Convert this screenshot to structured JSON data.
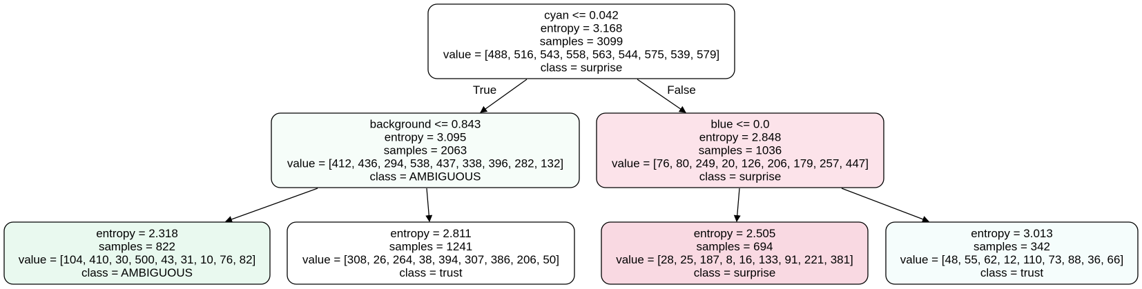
{
  "tree": {
    "nodes": [
      {
        "id": "root",
        "fill": "#ffffff",
        "lines": [
          "cyan <= 0.042",
          "entropy = 3.168",
          "samples = 3099",
          "value = [488, 516, 543, 558, 563, 544, 575, 539, 579]",
          "class = surprise"
        ]
      },
      {
        "id": "left",
        "fill": "#f6fdf9",
        "lines": [
          "background <= 0.843",
          "entropy = 3.095",
          "samples = 2063",
          "value = [412, 436, 294, 538, 437, 338, 396, 282, 132]",
          "class = AMBIGUOUS"
        ]
      },
      {
        "id": "right",
        "fill": "#fce3ea",
        "lines": [
          "blue <= 0.0",
          "entropy = 2.848",
          "samples = 1036",
          "value = [76, 80, 249, 20, 126, 206, 179, 257, 447]",
          "class = surprise"
        ]
      },
      {
        "id": "leaf1",
        "fill": "#e9f9ef",
        "lines": [
          "entropy = 2.318",
          "samples = 822",
          "value = [104, 410, 30, 500, 43, 31, 10, 76, 82]",
          "class = AMBIGUOUS"
        ]
      },
      {
        "id": "leaf2",
        "fill": "#ffffff",
        "lines": [
          "entropy = 2.811",
          "samples = 1241",
          "value = [308, 26, 264, 38, 394, 307, 386, 206, 50]",
          "class = trust"
        ]
      },
      {
        "id": "leaf3",
        "fill": "#f9d9e2",
        "lines": [
          "entropy = 2.505",
          "samples = 694",
          "value = [28, 25, 187, 8, 16, 133, 91, 221, 381]",
          "class = surprise"
        ]
      },
      {
        "id": "leaf4",
        "fill": "#f5fdfc",
        "lines": [
          "entropy = 3.013",
          "samples = 342",
          "value = [48, 55, 62, 12, 110, 73, 88, 36, 66]",
          "class = trust"
        ]
      }
    ],
    "edges": [
      {
        "from": "root",
        "to": "left",
        "label": "True"
      },
      {
        "from": "root",
        "to": "right",
        "label": "False"
      },
      {
        "from": "left",
        "to": "leaf1",
        "label": ""
      },
      {
        "from": "left",
        "to": "leaf2",
        "label": ""
      },
      {
        "from": "right",
        "to": "leaf3",
        "label": ""
      },
      {
        "from": "right",
        "to": "leaf4",
        "label": ""
      }
    ]
  }
}
